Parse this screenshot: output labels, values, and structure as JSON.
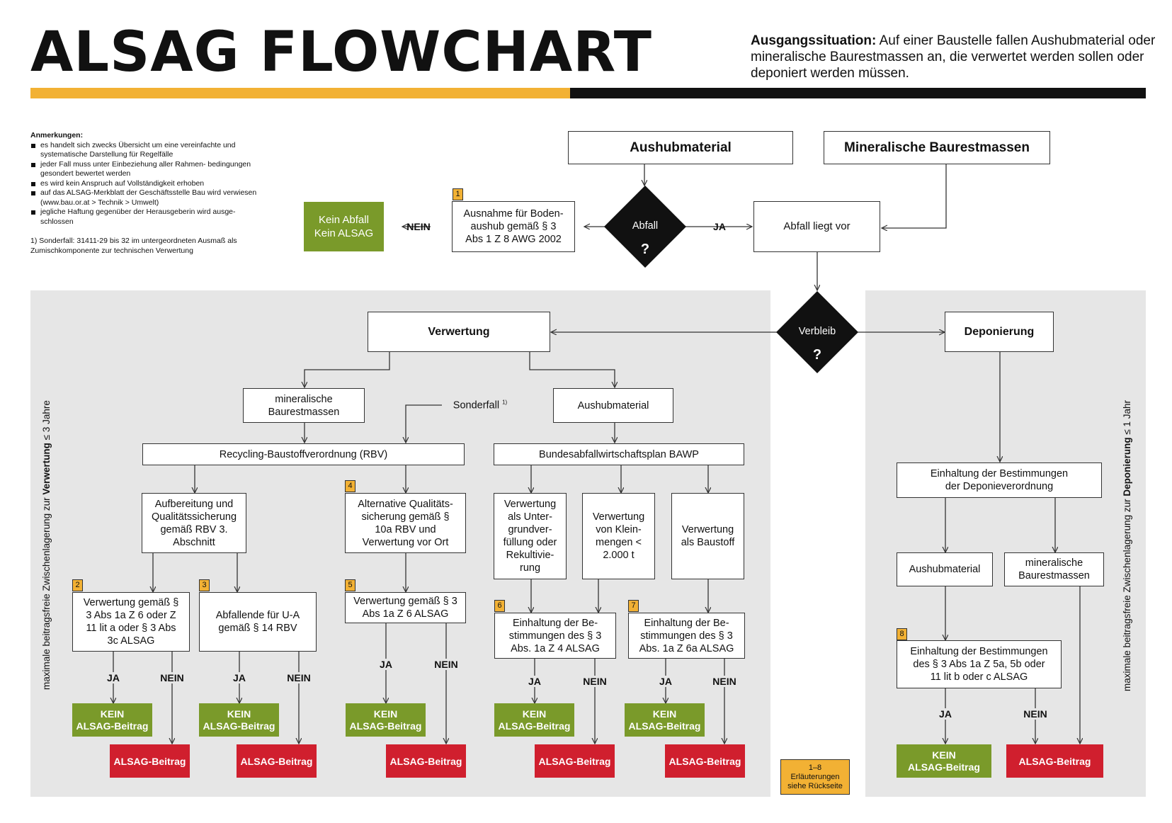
{
  "title": "ALSAG FLOWCHART",
  "intro": {
    "lead": "Ausgangssituation:",
    "text": " Auf einer Baustelle fallen Aushubmaterial oder mineralische Baurestmassen an, die verwertet werden sollen oder deponiert werden müssen."
  },
  "notes": {
    "title": "Anmerkungen:",
    "items": [
      "es handelt sich zwecks Übersicht um eine vereinfachte und systematische Darstellung für Regelfälle",
      "jeder Fall muss unter Einbeziehung aller Rahmen- bedingungen gesondert bewertet werden",
      "es wird kein Anspruch auf Vollständigkeit erhoben",
      "auf das ALSAG-Merkblatt der Geschäftsstelle Bau wird verwiesen (www.bau.or.at > Technik > Umwelt)",
      "jegliche Haftung gegenüber der Herausgeberin wird ausge- schlossen"
    ],
    "footnote": "1) Sonderfall: 31411-29 bis 32 im untergeordneten Ausmaß als Zumischkomponente zur technischen Verwertung"
  },
  "side_left": {
    "pre": "maximale beitragsfreie Zwischenlagerung zur ",
    "bold": "Verwertung",
    "post": " ≤ 3 Jahre"
  },
  "side_right": {
    "pre": "maximale beitragsfreie Zwischenlagerung zur ",
    "bold": "Deponierung",
    "post": " ≤ 1 Jahr"
  },
  "top": {
    "aushub": "Aushubmaterial",
    "mineral": "Mineralische Baurestmassen",
    "ausnahme": "Ausnahme für Boden- aushub gemäß § 3 Abs 1 Z 8 AWG 2002",
    "kein_abfall_1": "Kein Abfall",
    "kein_abfall_2": "Kein ALSAG",
    "abfall_liegt_vor": "Abfall liegt vor",
    "diamond_abfall": "Abfall",
    "diamond_verbleib": "Verbleib",
    "question": "?",
    "nein": "NEIN",
    "ja": "JA"
  },
  "verwertung": {
    "title": "Verwertung",
    "mineral": "mineralische Baurestmassen",
    "aushub": "Aushubmaterial",
    "sonderfall": "Sonderfall",
    "sonderfall_sup": "1)",
    "rbv": "Recycling-Baustoffverordnung (RBV)",
    "bawp": "Bundesabfallwirtschaftsplan BAWP",
    "aufbereitung": "Aufbereitung und Qualitätssicherung gemäß RBV 3. Abschnitt",
    "alternative": "Alternative Qualitäts- sicherung gemäß § 10a RBV und Verwertung vor Ort",
    "unterfuellung": "Verwertung als Unter- grundver- füllung oder Rekultivie- rung",
    "kleinmengen": "Verwertung von Klein- mengen < 2.000 t",
    "baustoff": "Verwertung als Baustoff",
    "v2": "Verwertung gemäß § 3 Abs 1a Z 6 oder Z 11 lit a oder § 3 Abs 3c ALSAG",
    "v3": "Abfallende für U-A gemäß § 14 RBV",
    "v5": "Verwertung gemäß § 3 Abs 1a Z 6 ALSAG",
    "v6": "Einhaltung der Be- stimmungen des § 3 Abs. 1a Z 4 ALSAG",
    "v7": "Einhaltung der Be- stimmungen des § 3 Abs. 1a Z 6a ALSAG"
  },
  "deponierung": {
    "title": "Deponierung",
    "depvo": "Einhaltung der Bestimmungen der Deponieverordnung",
    "aushub": "Aushubmaterial",
    "mineral": "mineralische Baurestmassen",
    "v8": "Einhaltung der Bestimmungen des § 3 Abs 1a Z 5a, 5b oder 11 lit b oder c ALSAG"
  },
  "outcomes": {
    "kein_1": "KEIN",
    "kein_2": "ALSAG-Beitrag",
    "beitrag": "ALSAG-Beitrag",
    "ja": "JA",
    "nein": "NEIN"
  },
  "badges": [
    "1",
    "2",
    "3",
    "4",
    "5",
    "6",
    "7",
    "8"
  ],
  "legend": {
    "line1": "1–8",
    "line2": "Erläuterungen",
    "line3": "siehe Rückseite"
  },
  "colors": {
    "accent_yellow": "#f2b134",
    "green": "#7a9a2a",
    "red": "#d01f2e",
    "panel_gray": "#e6e6e6"
  }
}
